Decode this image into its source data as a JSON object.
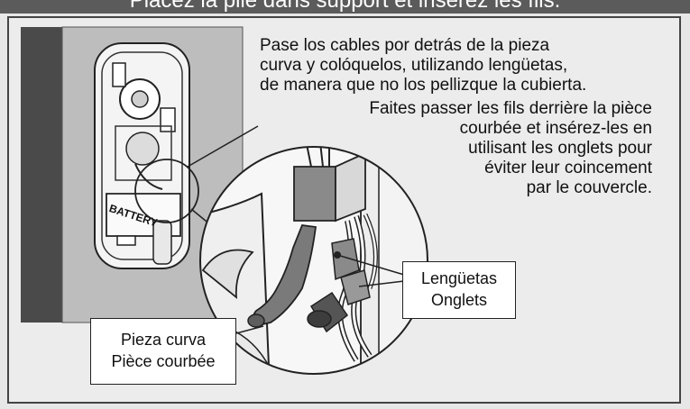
{
  "header": {
    "title": "Placez la pile dans support et insérez les fils."
  },
  "instructions": {
    "es_line1": "Pase los cables por detrás de la pieza",
    "es_line2": "curva y colóquelos, utilizando lengüetas,",
    "es_line3": "de manera que no los pellizque la cubierta.",
    "fr_line1": "Faites passer les fils derrière la pièce",
    "fr_line2": "courbée et insérez-les en",
    "fr_line3": "utilisant les onglets pour",
    "fr_line4": "éviter leur coincement",
    "fr_line5": "par le couvercle."
  },
  "labels": {
    "battery": "BATTERY",
    "tabs_es": "Lengüetas",
    "tabs_fr": "Onglets",
    "curved_es": "Pieza curva",
    "curved_fr": "Pièce courbée"
  },
  "colors": {
    "header": "#5b5b5b",
    "background": "#e7e7e7",
    "door_panel": "#4a4a4a",
    "curved_piece": "#7a7a7a"
  }
}
